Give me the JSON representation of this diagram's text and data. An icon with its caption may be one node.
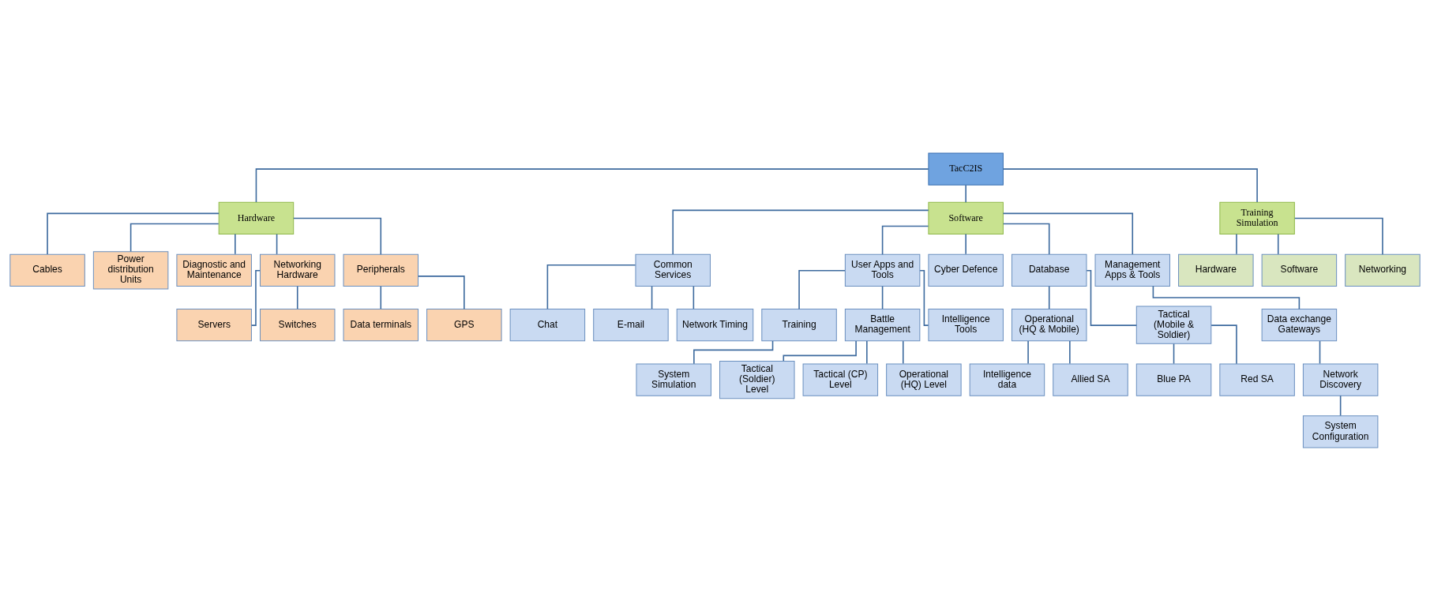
{
  "diagram": {
    "nodes": [
      {
        "text": [
          "TacC2IS"
        ]
      },
      {
        "text": [
          "Hardware"
        ]
      },
      {
        "text": [
          "Software"
        ]
      },
      {
        "text": [
          "Training Simulation"
        ]
      },
      {
        "text": [
          "Cables"
        ]
      },
      {
        "text": [
          "Power distribution Units"
        ]
      },
      {
        "text": [
          "Diagnostic and Maintenance"
        ]
      },
      {
        "text": [
          "Networking Hardware"
        ]
      },
      {
        "text": [
          "Peripherals"
        ]
      },
      {
        "text": [
          "Data terminals"
        ]
      },
      {
        "text": [
          "GPS"
        ]
      },
      {
        "text": [
          "Servers"
        ]
      },
      {
        "text": [
          "Switches"
        ]
      },
      {
        "text": [
          "Common Services"
        ]
      },
      {
        "text": [
          "User Apps and Tools"
        ]
      },
      {
        "text": [
          "Cyber Defence"
        ]
      },
      {
        "text": [
          "Database"
        ]
      },
      {
        "text": [
          "Management Apps & Tools"
        ]
      },
      {
        "text": [
          "Chat"
        ]
      },
      {
        "text": [
          "E-mail"
        ]
      },
      {
        "text": [
          "Network Timing"
        ]
      },
      {
        "text": [
          "Training"
        ]
      },
      {
        "text": [
          "Battle Management"
        ]
      },
      {
        "text": [
          "Intelligence Tools"
        ]
      },
      {
        "text": [
          "System Simulation"
        ]
      },
      {
        "text": [
          "Tactical (Soldier) Level"
        ]
      },
      {
        "text": [
          "Tactical (CP) Level"
        ]
      },
      {
        "text": [
          "Operational (HQ) Level"
        ]
      },
      {
        "text": [
          "Operational (HQ & Mobile)"
        ]
      },
      {
        "text": [
          "Tactical (Mobile & Soldier)"
        ]
      },
      {
        "text": [
          "Intelligence data"
        ]
      },
      {
        "text": [
          "Allied SA"
        ]
      },
      {
        "text": [
          "Blue PA"
        ]
      },
      {
        "text": [
          "Red SA"
        ]
      },
      {
        "text": [
          "Data exchange Gateways"
        ]
      },
      {
        "text": [
          "Network Discovery"
        ]
      },
      {
        "text": [
          "System Configuration"
        ]
      },
      {
        "text": [
          "Hardware"
        ]
      },
      {
        "text": [
          "Software"
        ]
      },
      {
        "text": [
          "Networking"
        ]
      }
    ],
    "edges": [
      {
        "from": 0,
        "to": 1,
        "arrow": "none"
      },
      {
        "from": 0,
        "to": 2,
        "arrow": "none"
      },
      {
        "from": 0,
        "to": 3,
        "arrow": "none"
      },
      {
        "from": 1,
        "to": 4,
        "arrow": "none"
      },
      {
        "from": 1,
        "to": 5,
        "arrow": "none"
      },
      {
        "from": 1,
        "to": 6,
        "arrow": "none"
      },
      {
        "from": 1,
        "to": 7,
        "arrow": "none"
      },
      {
        "from": 1,
        "to": 8,
        "arrow": "none"
      },
      {
        "from": 8,
        "to": 9,
        "arrow": "none"
      },
      {
        "from": 8,
        "to": 10,
        "arrow": "none"
      },
      {
        "from": 7,
        "to": 11,
        "arrow": "none"
      },
      {
        "from": 7,
        "to": 12,
        "arrow": "none"
      },
      {
        "from": 2,
        "to": 13,
        "arrow": "none"
      },
      {
        "from": 2,
        "to": 14,
        "arrow": "none"
      },
      {
        "from": 2,
        "to": 15,
        "arrow": "none"
      },
      {
        "from": 2,
        "to": 16,
        "arrow": "none"
      },
      {
        "from": 2,
        "to": 17,
        "arrow": "none"
      },
      {
        "from": 13,
        "to": 18,
        "arrow": "none"
      },
      {
        "from": 13,
        "to": 19,
        "arrow": "none"
      },
      {
        "from": 13,
        "to": 20,
        "arrow": "none"
      },
      {
        "from": 14,
        "to": 21,
        "arrow": "none"
      },
      {
        "from": 14,
        "to": 22,
        "arrow": "none"
      },
      {
        "from": 14,
        "to": 23,
        "arrow": "none"
      },
      {
        "from": 21,
        "to": 24,
        "arrow": "none"
      },
      {
        "from": 22,
        "to": 25,
        "arrow": "none"
      },
      {
        "from": 22,
        "to": 26,
        "arrow": "none"
      },
      {
        "from": 22,
        "to": 27,
        "arrow": "none"
      },
      {
        "from": 16,
        "to": 28,
        "arrow": "none"
      },
      {
        "from": 16,
        "to": 29,
        "arrow": "none"
      },
      {
        "from": 28,
        "to": 30,
        "arrow": "none"
      },
      {
        "from": 28,
        "to": 31,
        "arrow": "none"
      },
      {
        "from": 29,
        "to": 32,
        "arrow": "none"
      },
      {
        "from": 29,
        "to": 33,
        "arrow": "none"
      },
      {
        "from": 17,
        "to": 34,
        "arrow": "none"
      },
      {
        "from": 34,
        "to": 35,
        "arrow": "none"
      },
      {
        "from": 35,
        "to": 36,
        "arrow": "none"
      },
      {
        "from": 3,
        "to": 37,
        "arrow": "none"
      },
      {
        "from": 3,
        "to": 38,
        "arrow": "none"
      },
      {
        "from": 3,
        "to": 39,
        "arrow": "none"
      }
    ]
  }
}
